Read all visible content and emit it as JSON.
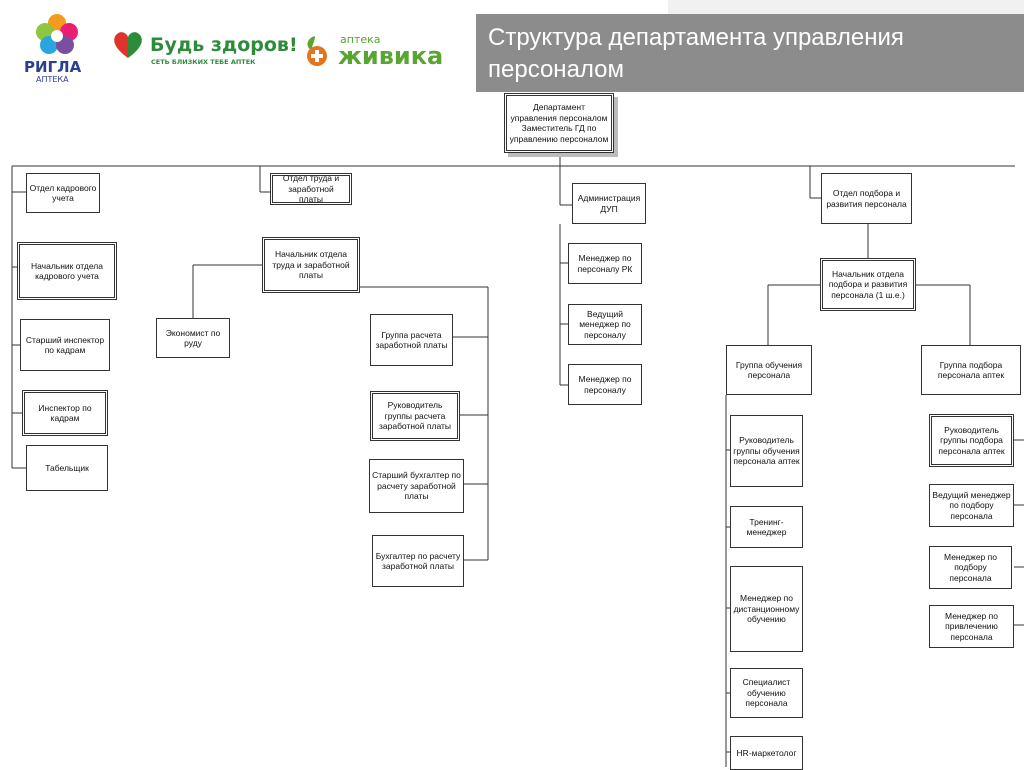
{
  "logos": {
    "rigla": {
      "name": "РИГЛА",
      "sub": "АПТЕКА"
    },
    "budz": {
      "name": "Будь здоров!",
      "sub": "СЕТЬ БЛИЗКИХ ТЕБЕ АПТЕК"
    },
    "zhivika": {
      "small": "аптека",
      "name": "живика"
    }
  },
  "title": "Структура департамента управления персоналом",
  "colors": {
    "title_bg": "#8c8c8c",
    "budz_green": "#2e8b3a",
    "budz_red": "#e0332b",
    "zhivika_orange": "#e6731e",
    "zhivika_green": "#5aa532"
  },
  "nodes": {
    "root": "Департамент управления персоналом Заместитель ГД по управлению персоналом",
    "dept_hr_records": "Отдел кадрового учета",
    "dept_labor_pay": "Отдел труда и заработной платы",
    "admin_dup": "Администрация ДУП",
    "dept_recruit_dev": "Отдел подбора и развития персонала",
    "head_hr_records": "Начальник отдела кадрового учета",
    "senior_inspector": "Старший инспектор по кадрам",
    "inspector": "Инспектор по кадрам",
    "timekeeper": "Табельщик",
    "head_labor_pay": "Начальник отдела труда и заработной платы",
    "economist": "Экономист по руду",
    "payroll_group": "Группа расчета заработной платы",
    "payroll_group_head": "Руководитель группы расчета заработной платы",
    "senior_accountant": "Старший бухгалтер по расчету заработной платы",
    "accountant": "Бухгалтер по расчету заработной платы",
    "manager_rk": "Менеджер по персоналу РК",
    "lead_manager": "Ведущий менеджер по персоналу",
    "manager": "Менеджер по персоналу",
    "head_recruit_dev": "Начальник отдела подбора и развития персонала (1 ш.е.)",
    "training_group": "Группа обучения персонала",
    "training_group_head": "Руководитель группы обучения персонала аптек",
    "training_manager": "Тренинг-менеджер",
    "distance_manager": "Менеджер по дистанционному обучению",
    "training_specialist": "Специалист обучению персонала",
    "hr_marketer": "HR-маркетолог",
    "recruit_group": "Группа подбора персонала аптек",
    "recruit_group_head": "Руководитель группы подбора персонала аптек",
    "lead_recruit_manager": "Ведущий менеджер по подбору персонала",
    "recruit_manager": "Менеджер по подбору персонала",
    "attract_manager": "Менеджер по привлечению персонала"
  }
}
